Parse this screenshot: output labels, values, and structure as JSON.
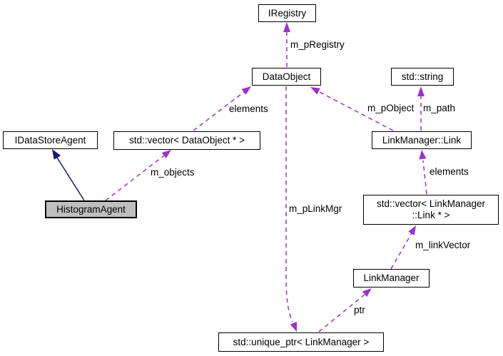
{
  "diagram": {
    "type": "collaboration-graph",
    "colors": {
      "usage_edge": "#9a32cd",
      "inheritance_edge": "#191970",
      "node_fill": "#ffffff",
      "selected_fill": "#bfbfbf",
      "border": "#000000"
    }
  },
  "nodes": {
    "iregistry": {
      "label": "IRegistry"
    },
    "dataobject": {
      "label": "DataObject"
    },
    "stdstring": {
      "label": "std::string"
    },
    "idatastoreagent": {
      "label": "IDataStoreAgent"
    },
    "vec_dataobject": {
      "label": "std::vector< DataObject * >"
    },
    "linkmanager_link": {
      "label": "LinkManager::Link"
    },
    "histogramagent": {
      "label": "HistogramAgent"
    },
    "vec_link": {
      "lines": [
        "std::vector< LinkManager",
        "::Link * >"
      ]
    },
    "linkmanager": {
      "label": "LinkManager"
    },
    "unique_ptr": {
      "label": "std::unique_ptr< LinkManager >"
    }
  },
  "edge_labels": {
    "m_pRegistry": "m_pRegistry",
    "elements_left": "elements",
    "m_pObject": "m_pObject",
    "m_path": "m_path",
    "m_objects": "m_objects",
    "elements_right": "elements",
    "m_pLinkMgr": "m_pLinkMgr",
    "m_linkVector": "m_linkVector",
    "ptr": "ptr"
  },
  "edges": [
    {
      "from": "dataobject",
      "to": "iregistry",
      "label": "m_pRegistry",
      "style": "dashed"
    },
    {
      "from": "vec_dataobject",
      "to": "dataobject",
      "label": "elements",
      "style": "dashed"
    },
    {
      "from": "linkmanager_link",
      "to": "dataobject",
      "label": "m_pObject",
      "style": "dashed"
    },
    {
      "from": "linkmanager_link",
      "to": "stdstring",
      "label": "m_path",
      "style": "dashed"
    },
    {
      "from": "histogramagent",
      "to": "idatastoreagent",
      "label": "",
      "style": "inheritance"
    },
    {
      "from": "histogramagent",
      "to": "vec_dataobject",
      "label": "m_objects",
      "style": "dashed"
    },
    {
      "from": "vec_link",
      "to": "linkmanager_link",
      "label": "elements",
      "style": "dashed"
    },
    {
      "from": "linkmanager",
      "to": "vec_link",
      "label": "m_linkVector",
      "style": "dashed"
    },
    {
      "from": "unique_ptr",
      "to": "linkmanager",
      "label": "ptr",
      "style": "dashed"
    },
    {
      "from": "dataobject",
      "to": "unique_ptr",
      "label": "m_pLinkMgr",
      "style": "dashed"
    }
  ]
}
